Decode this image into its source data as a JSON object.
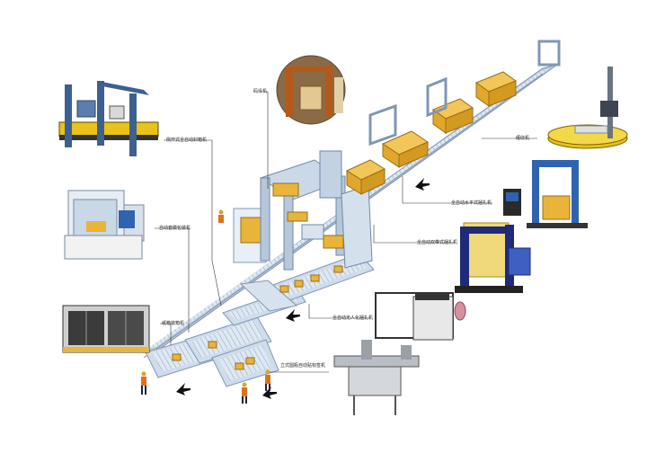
{
  "labels": {
    "carton_sealer": "侧开式全自动封箱机",
    "shrink_wrapper": "自动套膜包装机",
    "case_packer": "纸箱装箱机",
    "palletizer": "码垛机",
    "stretch_wrapper": "缠绕机",
    "horizontal_strapper": "全自动水平式捆扎机",
    "vertical_strapper": "全自动双带式捆扎机",
    "box_strapper": "全自动无人化捆扎机",
    "labeler": "立式圆瓶自动贴标签机"
  },
  "colors": {
    "conveyor_frame": "#9bb4cf",
    "conveyor_roller": "#dfe8f2",
    "carton": "#e8b43a",
    "machine_blue": "#2f63b0",
    "machine_yellow": "#e9c21a",
    "leader_line": "#333333"
  },
  "icons": [
    "flow-arrow-icon",
    "worker-icon"
  ]
}
